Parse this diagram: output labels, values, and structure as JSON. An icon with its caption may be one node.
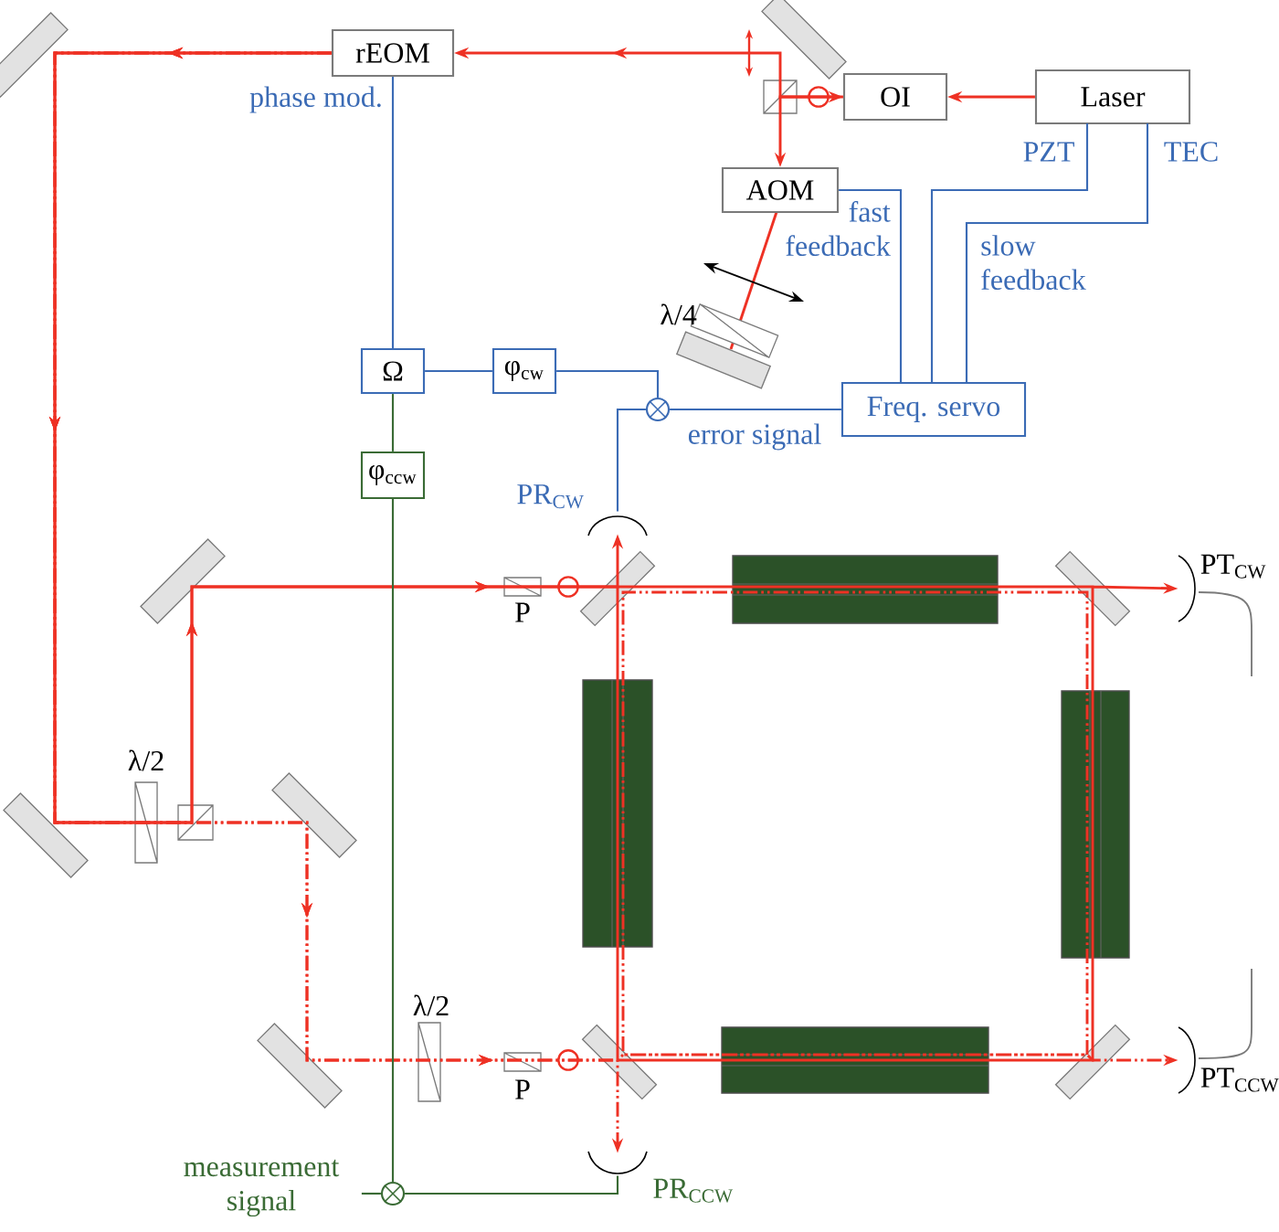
{
  "diagram": {
    "nodes": [
      {
        "text": [
          "rEOM"
        ],
        "beside": [
          "phase mod."
        ]
      },
      {
        "text": [
          "OI"
        ]
      },
      {
        "text": [
          "Laser"
        ]
      },
      {
        "text": [
          "AOM"
        ]
      },
      {
        "text": [
          "Ω"
        ]
      },
      {
        "text": [
          "φ$_{cw}$"
        ]
      },
      {
        "text": [
          "φ$_{ccw}$"
        ]
      },
      {
        "text": [],
        "shape": "circle"
      },
      {
        "text": [
          "Freq. servo"
        ]
      },
      {
        "text": [
          "PR$_{CW}$"
        ]
      },
      {
        "text": [
          "PT$_{CW}$"
        ]
      },
      {
        "text": [
          "PT$_{CCW}$"
        ]
      },
      {
        "text": [
          "measurement signal"
        ]
      },
      {
        "text": [],
        "shape": "circle"
      },
      {
        "text": [
          "PR$_{CCW}$"
        ]
      }
    ],
    "edges": [
      {
        "from": 2,
        "to": 1,
        "arrow": "to",
        "color": "#ee3124"
      },
      {
        "from": 0,
        "to": 4,
        "arrow": "none",
        "color": "#3b6bb5"
      },
      {
        "from": 4,
        "to": 5,
        "arrow": "none",
        "color": "#3b6bb5"
      },
      {
        "from": 5,
        "to": 7,
        "arrow": "none",
        "color": "#3b6bb5"
      },
      {
        "from": 7,
        "to": 8,
        "arrow": "none",
        "label": "error signal",
        "color": "#3b6bb5"
      },
      {
        "from": 9,
        "to": 7,
        "arrow": "none",
        "color": "#3b6bb5"
      },
      {
        "from": 8,
        "to": 3,
        "arrow": "none",
        "label": "fast feedback",
        "color": "#3b6bb5"
      },
      {
        "from": 8,
        "to": 2,
        "arrow": "none",
        "label": "PZT",
        "color": "#3b6bb5"
      },
      {
        "from": 8,
        "to": 2,
        "arrow": "none",
        "label": "TEC",
        "color": "#3b6bb5"
      },
      {
        "from": 4,
        "to": 6,
        "arrow": "none",
        "color": "#3a6b35"
      },
      {
        "from": 6,
        "to": 13,
        "arrow": "none",
        "color": "#3a6b35"
      },
      {
        "from": 14,
        "to": 13,
        "arrow": "none",
        "color": "#3a6b35"
      },
      {
        "from": 13,
        "to": 12,
        "arrow": "none",
        "color": "#3a6b35"
      },
      {
        "from": 1,
        "to": 0,
        "arrow": "to",
        "color": "#ee3124"
      },
      {
        "from": 1,
        "to": 3,
        "arrow": "both",
        "color": "#ee3124"
      },
      {
        "from": 0,
        "to": 9,
        "arrow": "to",
        "color": "#ee3124"
      },
      {
        "from": 0,
        "to": 10,
        "arrow": "to",
        "color": "#ee3124"
      },
      {
        "from": 0,
        "to": 14,
        "arrow": "to",
        "color": "#ee3124",
        "style": "dashed"
      },
      {
        "from": 0,
        "to": 11,
        "arrow": "to",
        "color": "#ee3124",
        "style": "dashed"
      }
    ],
    "labels": [
      "slow feedback",
      "λ/4",
      "P",
      "λ/2",
      "λ/2",
      "P"
    ]
  }
}
